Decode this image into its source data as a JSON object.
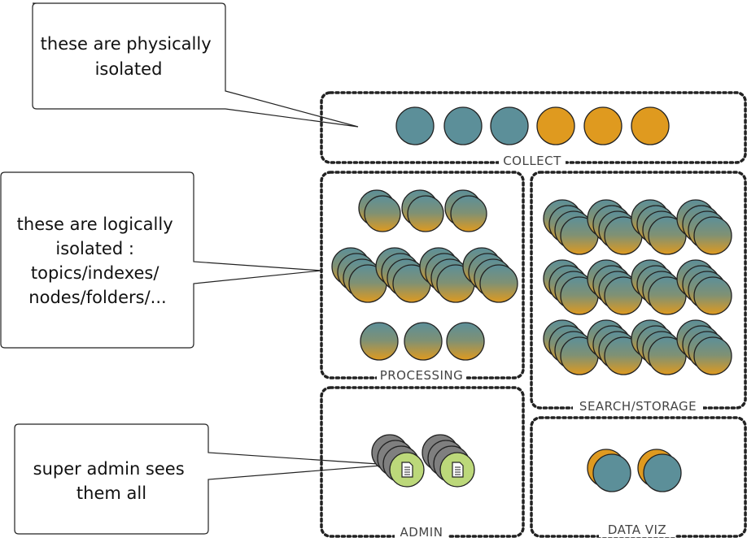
{
  "colors": {
    "teal": "#5c8f99",
    "orange": "#df9a1f",
    "gray": "#7f7f7f",
    "admin_green": "#bcd87a",
    "outline": "#222222",
    "label_bg": "#ffffff"
  },
  "callouts": {
    "physical": {
      "lines": [
        "these are physically",
        "isolated"
      ]
    },
    "logical": {
      "lines": [
        "these are logically",
        "isolated :",
        "topics/indexes/",
        "nodes/folders/..."
      ]
    },
    "admin": {
      "lines": [
        "super admin sees",
        "them all"
      ]
    }
  },
  "boxes": {
    "collect": {
      "label": "COLLECT"
    },
    "processing": {
      "label": "PROCESSING"
    },
    "search_storage": {
      "label": "SEARCH/STORAGE"
    },
    "admin": {
      "label": "ADMIN"
    },
    "dataviz": {
      "label": "DATA VIZ"
    }
  },
  "icons": {
    "node_gradient": "teal-to-orange-gradient-node",
    "admin_node": "document-icon"
  }
}
